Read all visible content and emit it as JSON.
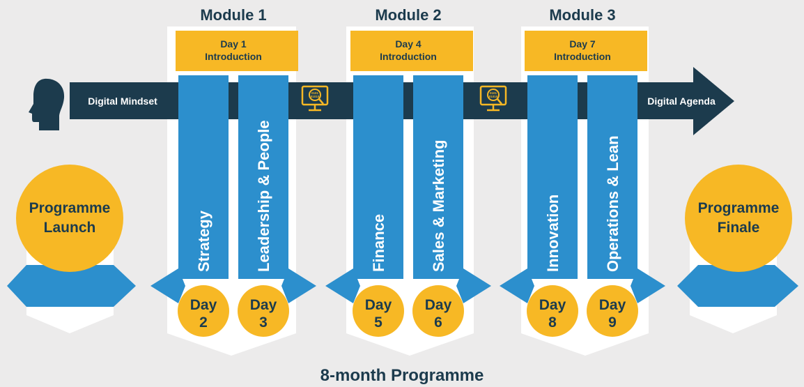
{
  "colors": {
    "background": "#ecebeb",
    "navy": "#1c3b4d",
    "blue": "#2c8fcd",
    "yellow": "#f7b825",
    "white": "#ffffff"
  },
  "timeline": {
    "start_label": "Digital Mindset",
    "end_label": "Digital Agenda",
    "head_icon": "person-head-icon",
    "monitor_icon": "monitor-binary-search-icon"
  },
  "launch": {
    "line1": "Programme",
    "line2": "Launch"
  },
  "finale": {
    "line1": "Programme",
    "line2": "Finale"
  },
  "modules": [
    {
      "title": "Module 1",
      "intro_day": "Day 1",
      "intro_label": "Introduction",
      "topics": [
        {
          "label": "Strategy",
          "day_word": "Day",
          "day_num": "2"
        },
        {
          "label": "Leadership & People",
          "day_word": "Day",
          "day_num": "3"
        }
      ]
    },
    {
      "title": "Module 2",
      "intro_day": "Day 4",
      "intro_label": "Introduction",
      "topics": [
        {
          "label": "Finance",
          "day_word": "Day",
          "day_num": "5"
        },
        {
          "label": "Sales & Marketing",
          "day_word": "Day",
          "day_num": "6"
        }
      ]
    },
    {
      "title": "Module 3",
      "intro_day": "Day 7",
      "intro_label": "Introduction",
      "topics": [
        {
          "label": "Innovation",
          "day_word": "Day",
          "day_num": "8"
        },
        {
          "label": "Operations & Lean",
          "day_word": "Day",
          "day_num": "9"
        }
      ]
    }
  ],
  "footer": {
    "label": "8-month Programme"
  }
}
